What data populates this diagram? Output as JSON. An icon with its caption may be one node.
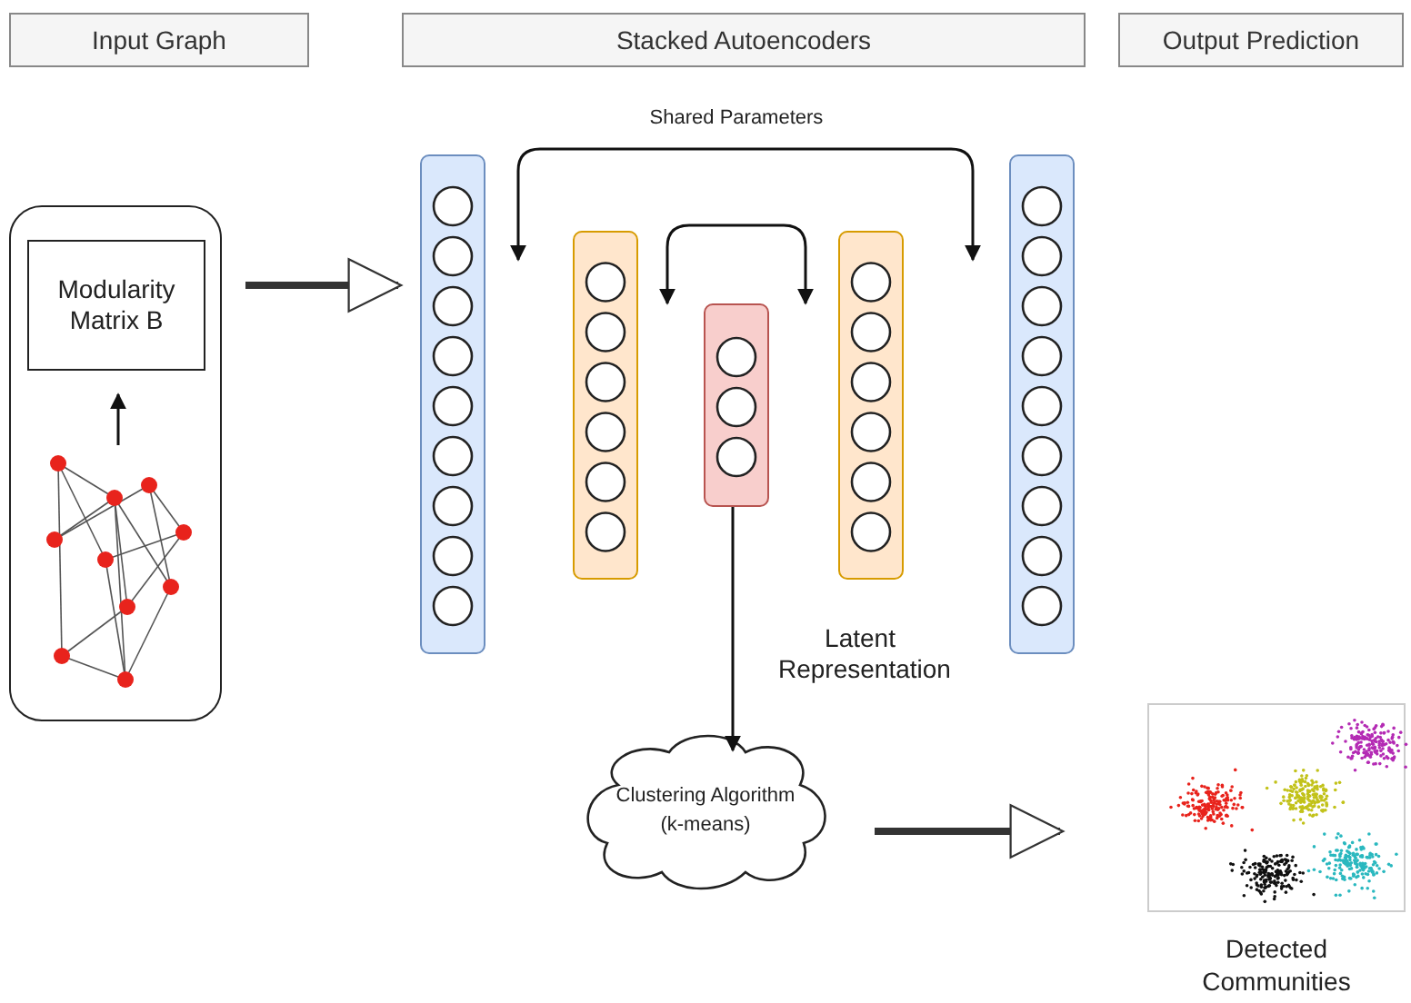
{
  "diagram": {
    "nodes": [
      {
        "text": [
          "Input Graph"
        ]
      },
      {
        "text": [
          "Stacked Autoencoders"
        ]
      },
      {
        "text": [
          "Output Prediction"
        ]
      },
      {
        "text": [],
        "shape": "box"
      },
      {
        "text": [
          "Modularity Matrix B"
        ],
        "in": 3
      },
      {
        "text": [],
        "shape": "picture",
        "in": 3
      },
      {
        "text": [],
        "shape": "bar"
      },
      {
        "text": [],
        "shape": "bar"
      },
      {
        "text": [],
        "shape": "bar"
      },
      {
        "text": [],
        "shape": "bar"
      },
      {
        "text": [],
        "shape": "bar"
      },
      {
        "text": [
          "Clustering Algorithm (k-means)"
        ]
      },
      {
        "text": [],
        "shape": "picture",
        "beside": [
          "Detected Communities"
        ]
      }
    ],
    "edges": [
      {
        "from": 5,
        "to": 4,
        "arrow": "to"
      },
      {
        "from": 3,
        "to": 6,
        "arrow": "to",
        "style": "thick"
      },
      {
        "from": 6,
        "to": 10,
        "arrow": "both",
        "label": "Shared Parameters"
      },
      {
        "from": 7,
        "to": 9,
        "arrow": "both"
      },
      {
        "from": 8,
        "to": 11,
        "arrow": "to",
        "label": "Latent Representation"
      },
      {
        "from": 11,
        "to": 12,
        "arrow": "to",
        "style": "thick"
      }
    ]
  }
}
